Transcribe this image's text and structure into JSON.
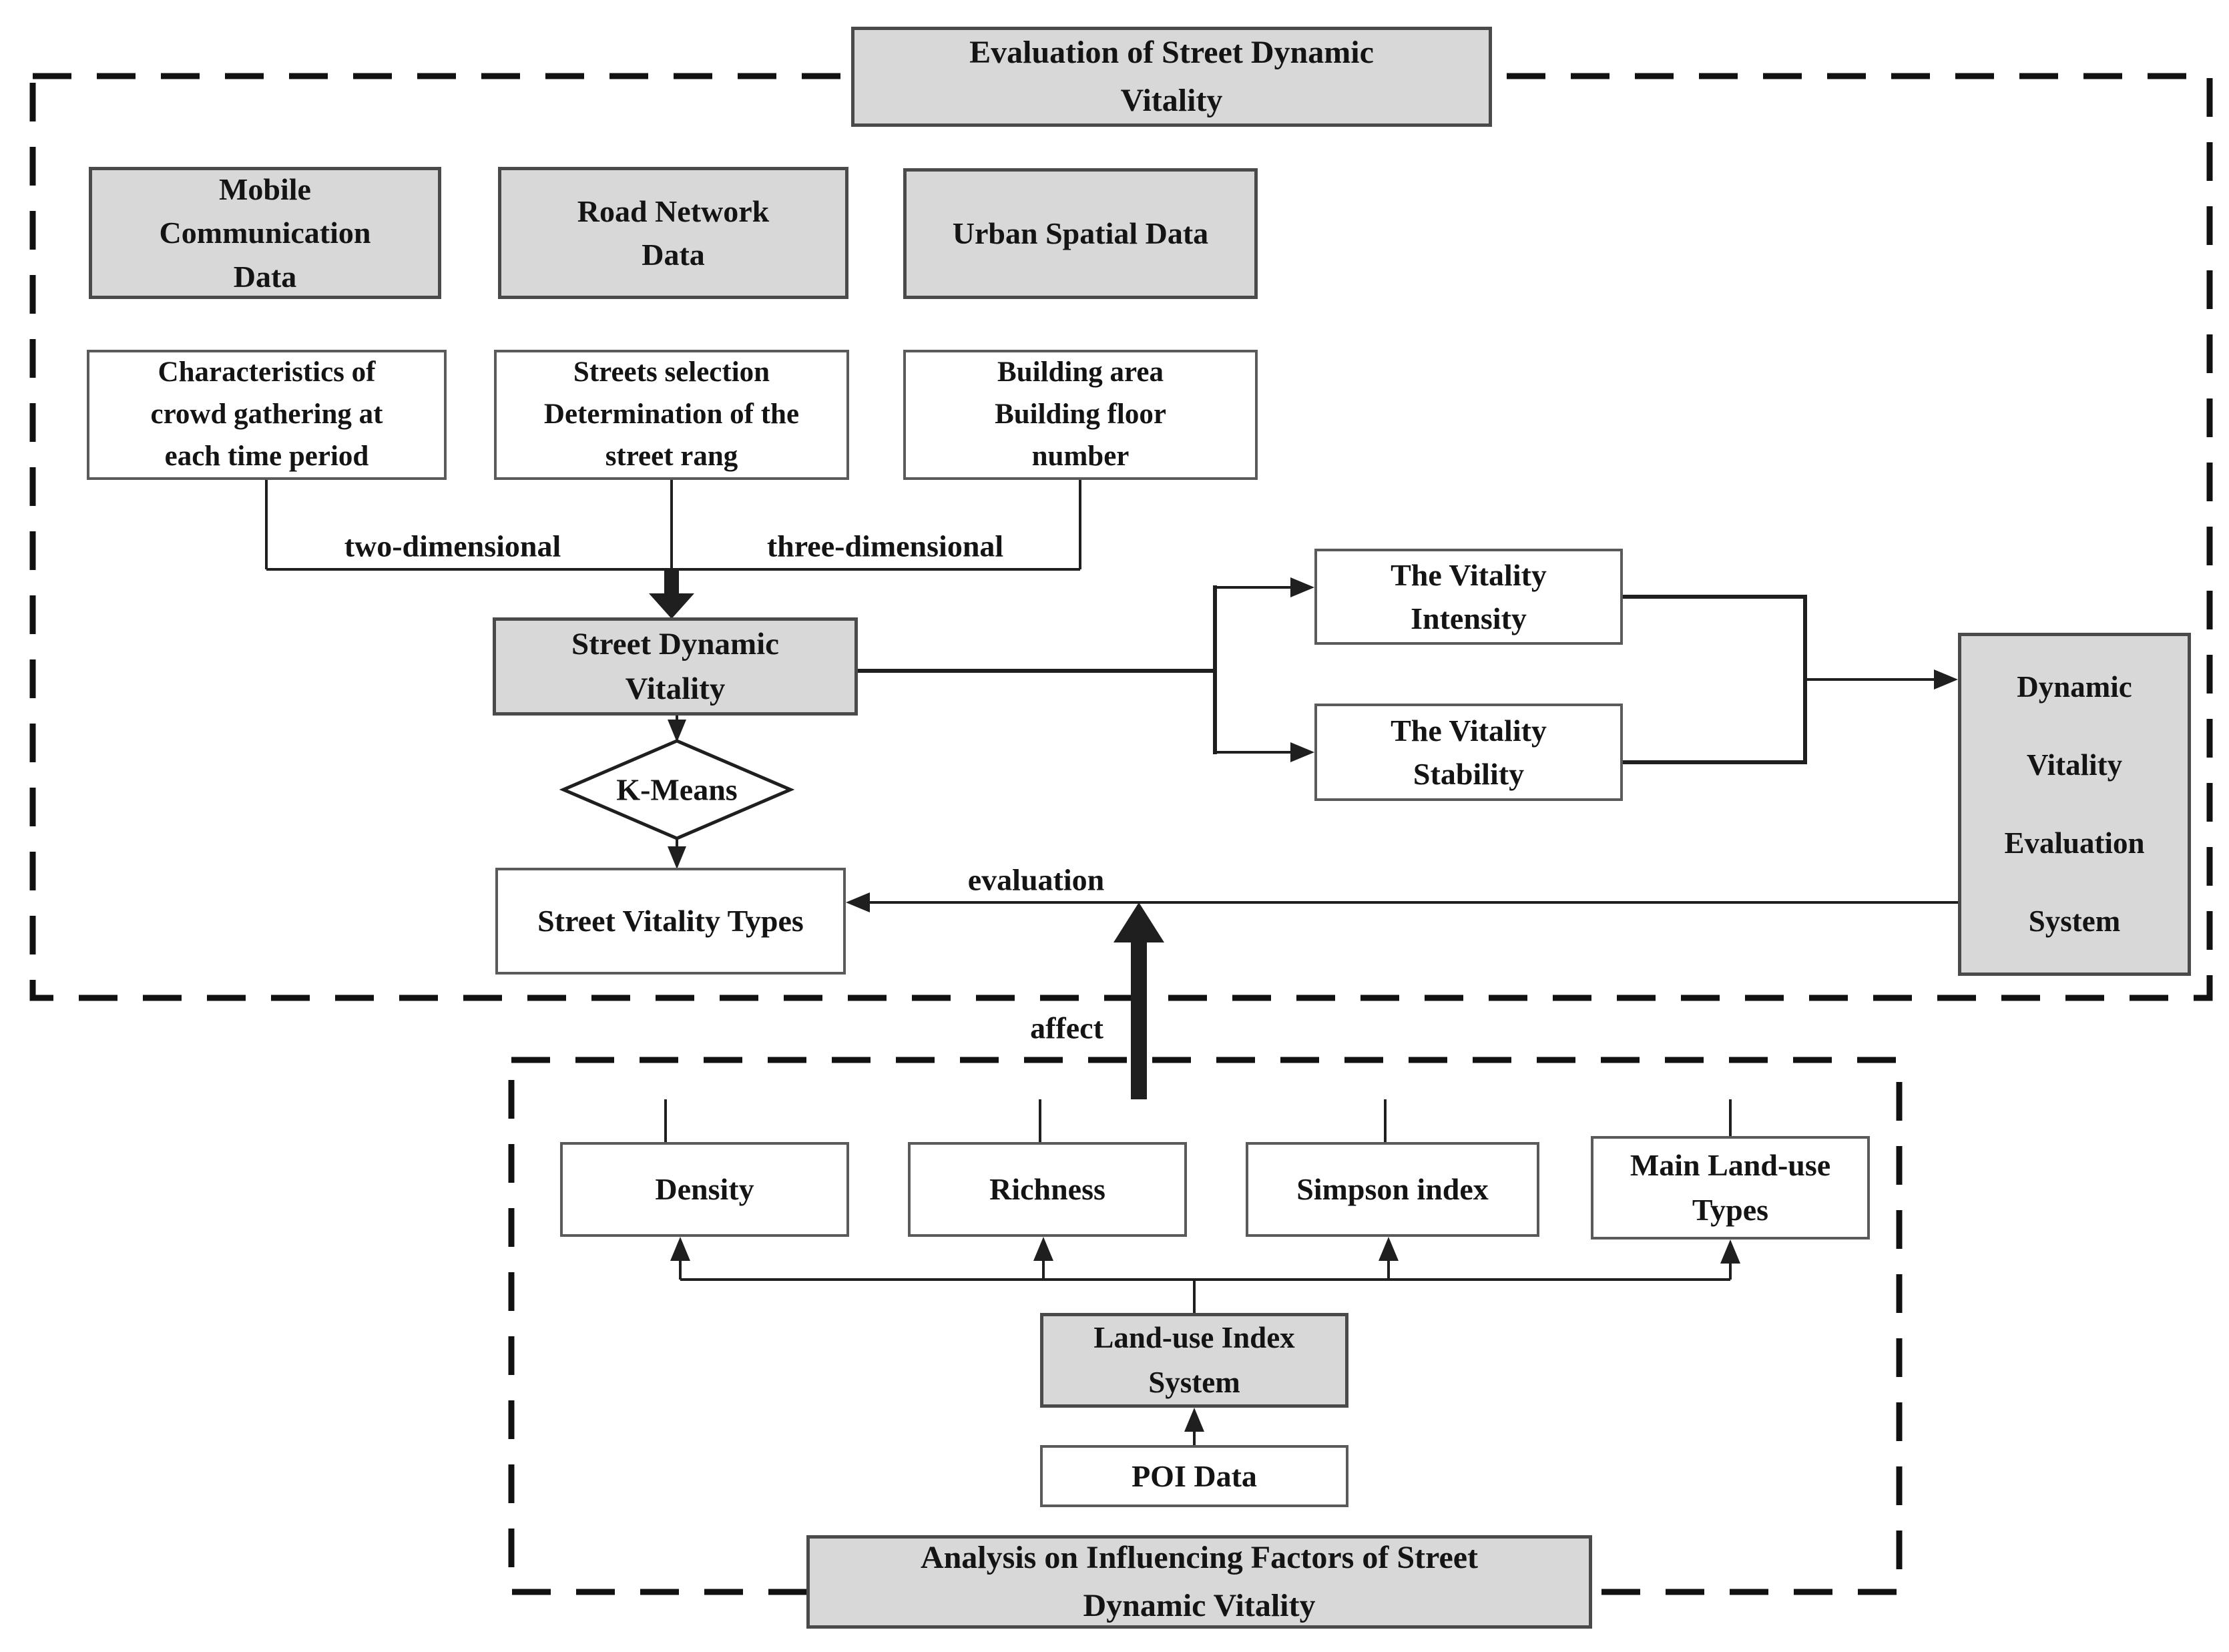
{
  "diagram_type": "flowchart",
  "colors": {
    "node_fill_gray": "#d8d8d8",
    "node_fill_white": "#ffffff",
    "line_color": "#1f1f1f",
    "dashed_container_color": "#111111",
    "text_color": "#141414"
  },
  "containers": {
    "upper_dashed": "Evaluation of Street Dynamic Vitality section",
    "lower_dashed": "Analysis on Influencing Factors section"
  },
  "nodes": {
    "title": {
      "label": "Evaluation of Street Dynamic Vitality",
      "style": "gray"
    },
    "mobile": {
      "label": "Mobile Communication Data",
      "style": "gray"
    },
    "road": {
      "label": "Road Network Data",
      "style": "gray"
    },
    "urban": {
      "label": "Urban Spatial Data",
      "style": "gray"
    },
    "char": {
      "label": "Characteristics of crowd gathering at each time period",
      "style": "white"
    },
    "streets": {
      "label": "Streets selection Determination of the street rang",
      "style": "white"
    },
    "building": {
      "label": "Building area Building floor number",
      "style": "white"
    },
    "sdv": {
      "label": "Street Dynamic Vitality",
      "style": "gray"
    },
    "kmeans": {
      "label": "K-Means",
      "style": "diamond"
    },
    "svt": {
      "label": "Street Vitality Types",
      "style": "white"
    },
    "intensity": {
      "label": "The Vitality Intensity",
      "style": "white"
    },
    "stability": {
      "label": "The Vitality Stability",
      "style": "white"
    },
    "dves": {
      "label": "Dynamic Vitality Evaluation System",
      "style": "gray"
    },
    "density": {
      "label": "Density",
      "style": "white"
    },
    "richness": {
      "label": "Richness",
      "style": "white"
    },
    "simpson": {
      "label": "Simpson index",
      "style": "white"
    },
    "mainlu": {
      "label": "Main Land-use Types",
      "style": "white"
    },
    "landuse": {
      "label": "Land-use Index System",
      "style": "gray"
    },
    "poi": {
      "label": "POI Data",
      "style": "white"
    },
    "analysis": {
      "label": "Analysis on Influencing Factors of Street Dynamic Vitality",
      "style": "gray"
    }
  },
  "edge_labels": {
    "two_dimensional": "two-dimensional",
    "three_dimensional": "three-dimensional",
    "evaluation": "evaluation",
    "affect": "affect"
  },
  "flow": [
    {
      "from": "char",
      "to": "sdv",
      "via": "two-dimensional bracket"
    },
    {
      "from": "streets",
      "to": "sdv",
      "via": "bracket + thick arrow"
    },
    {
      "from": "building",
      "to": "sdv",
      "via": "three-dimensional bracket"
    },
    {
      "from": "sdv",
      "to": "intensity"
    },
    {
      "from": "sdv",
      "to": "stability"
    },
    {
      "from": "intensity",
      "to": "dves"
    },
    {
      "from": "stability",
      "to": "dves"
    },
    {
      "from": "sdv",
      "to": "kmeans"
    },
    {
      "from": "kmeans",
      "to": "svt"
    },
    {
      "from": "dves",
      "to": "svt",
      "label": "evaluation"
    },
    {
      "from": "landuse",
      "to": "density"
    },
    {
      "from": "landuse",
      "to": "richness"
    },
    {
      "from": "landuse",
      "to": "simpson"
    },
    {
      "from": "landuse",
      "to": "mainlu"
    },
    {
      "from": "poi",
      "to": "landuse"
    },
    {
      "from": "landuse-indicators",
      "to": "svt",
      "label": "affect",
      "style": "thick-arrow"
    }
  ]
}
